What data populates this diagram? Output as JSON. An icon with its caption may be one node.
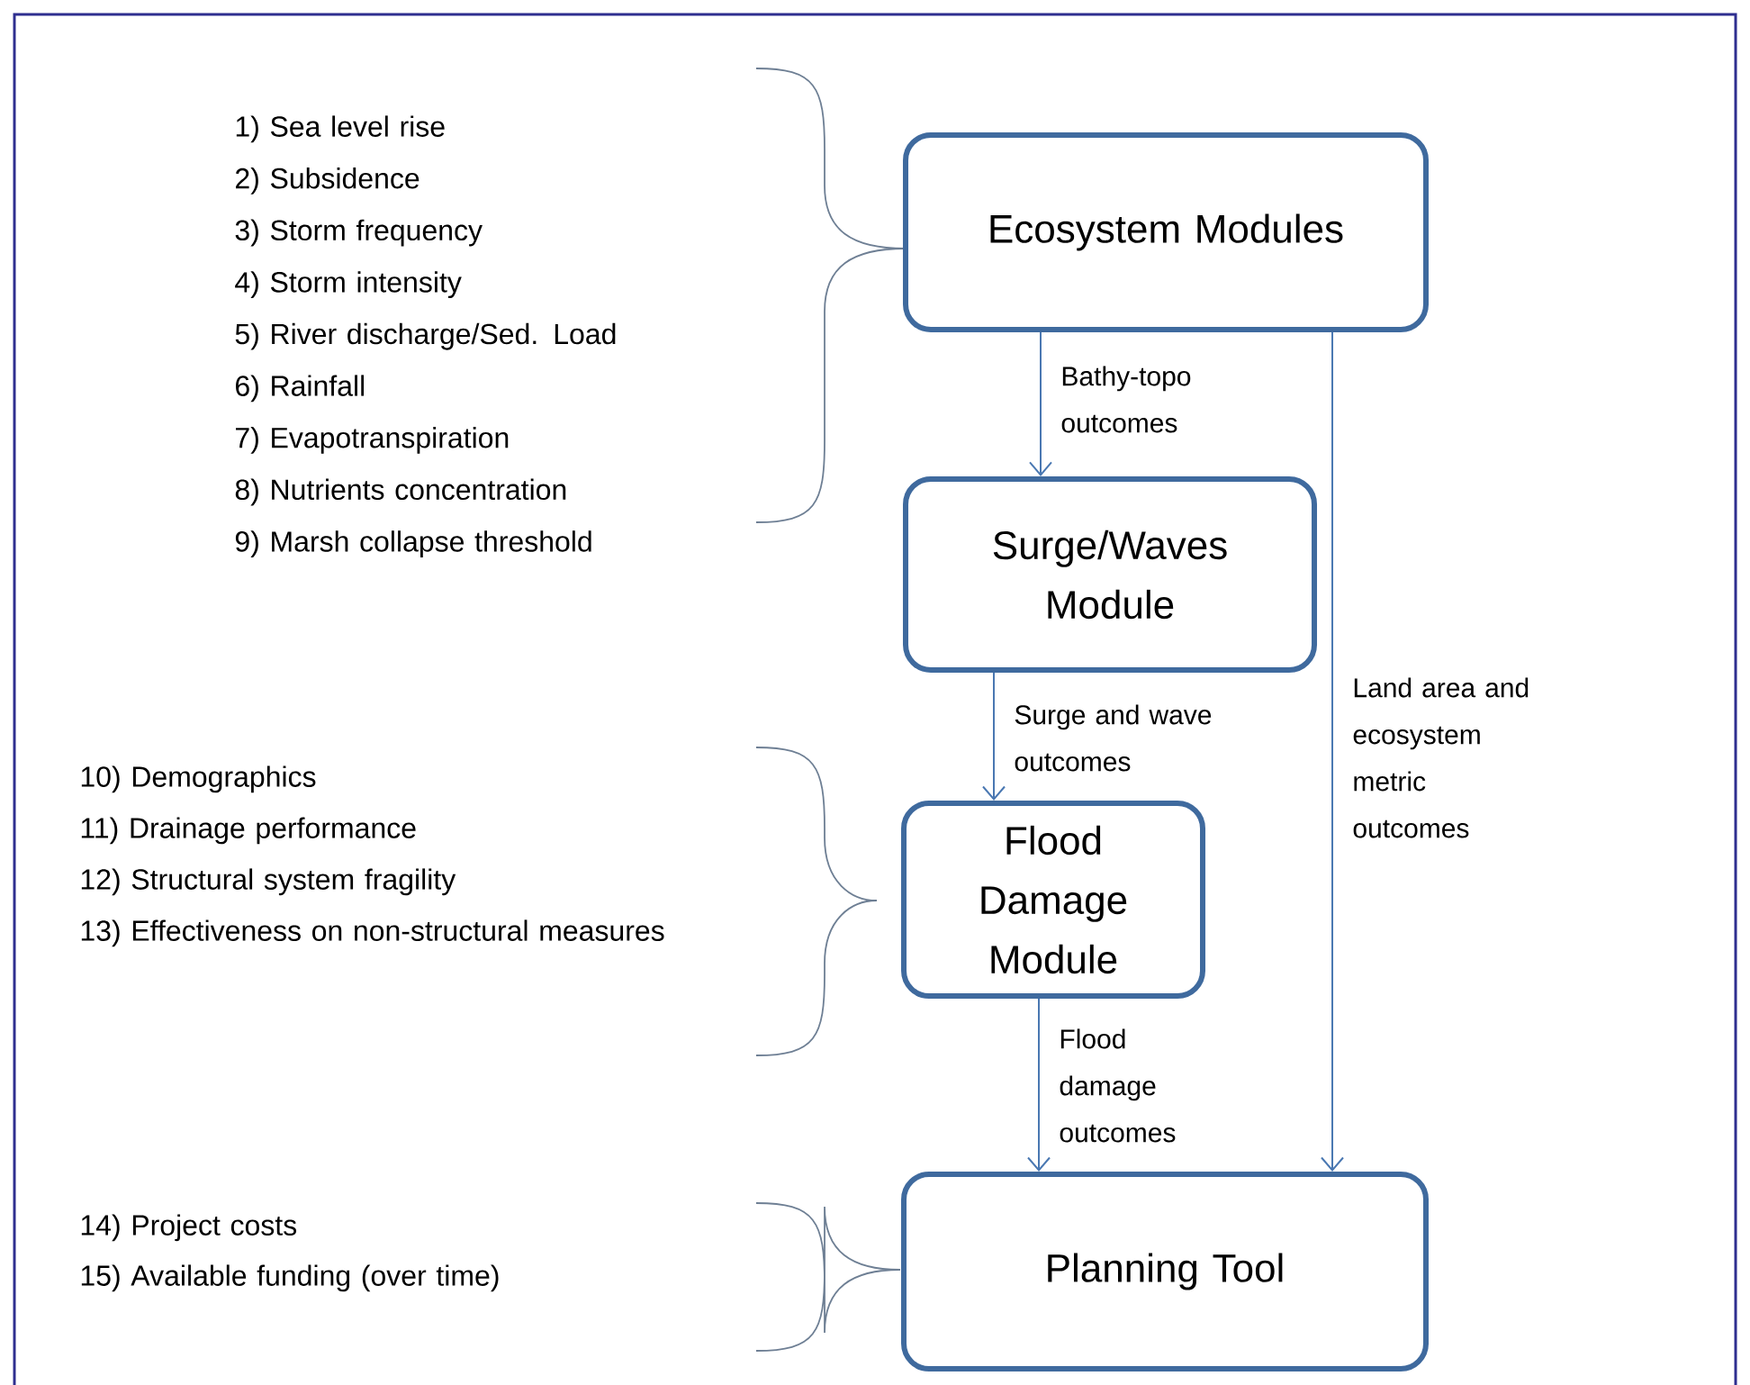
{
  "diagram": {
    "nodes": [
      {
        "text": [
          "Ecosystem Modules"
        ]
      },
      {
        "text": [
          "Surge/Waves Module"
        ]
      },
      {
        "text": [
          "Flood Damage Module"
        ]
      },
      {
        "text": [
          "Planning Tool"
        ]
      }
    ],
    "edges": [
      {
        "from": 0,
        "to": 1,
        "arrow": "to",
        "label": "Bathy-topo outcomes"
      },
      {
        "from": 1,
        "to": 2,
        "arrow": "to",
        "label": "Surge and wave outcomes"
      },
      {
        "from": 2,
        "to": 3,
        "arrow": "to",
        "label": "Flood damage outcomes"
      },
      {
        "from": 0,
        "to": 3,
        "arrow": "to",
        "label": "Land area and ecosystem metric outcomes"
      }
    ],
    "labels": [
      "1) Sea level rise",
      "2) Subsidence",
      "3) Storm frequency",
      "4) Storm intensity",
      "5) River discharge/Sed. Load",
      "6) Rainfall",
      "7) Evapotranspiration",
      "8) Nutrients concentration",
      "9) Marsh collapse threshold",
      "10) Demographics",
      "11) Drainage performance",
      "12) Structural system fragility",
      "13) Effectiveness on non-structural measures",
      "14) Project costs",
      "15) Available funding (over time)"
    ]
  }
}
